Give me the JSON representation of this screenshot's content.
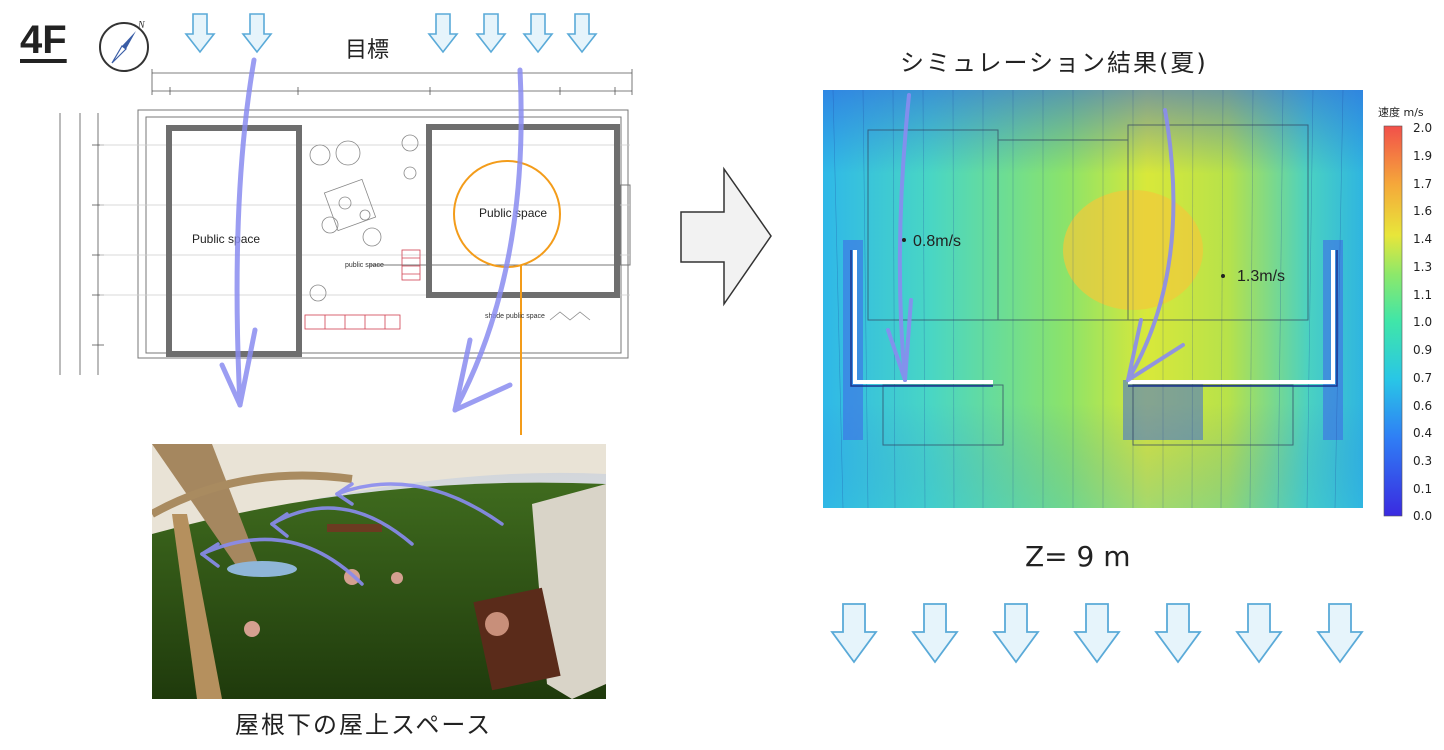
{
  "title": {
    "floor": "4F",
    "target": "目標"
  },
  "simulation": {
    "title": "シミュレーション結果(夏)",
    "height_label": "Z= 9 m",
    "point_low": "0.8m/s",
    "point_high": "1.3m/s"
  },
  "plan": {
    "public_space_left": "Public space",
    "public_space_right": "Public space",
    "public_space_center": "public space",
    "shade_public_space": "shade public space"
  },
  "photo": {
    "caption": "屋根下の屋上スペース"
  },
  "legend": {
    "title": "速度 m/s",
    "ticks": [
      "2.0",
      "1.9",
      "1.7",
      "1.6",
      "1.4",
      "1.3",
      "1.1",
      "1.0",
      "0.9",
      "0.7",
      "0.6",
      "0.4",
      "0.3",
      "0.1",
      "0.0"
    ]
  },
  "colors": {
    "wind_arrow": "#8a8cf0",
    "inflow_arrow": "#5aaad8",
    "highlight": "#f39c1a",
    "wall": "#6e6e6e"
  },
  "icons": {
    "compass": "compass-icon",
    "flow": "wind-inflow-arrow-icon",
    "transition": "right-arrow-icon"
  }
}
